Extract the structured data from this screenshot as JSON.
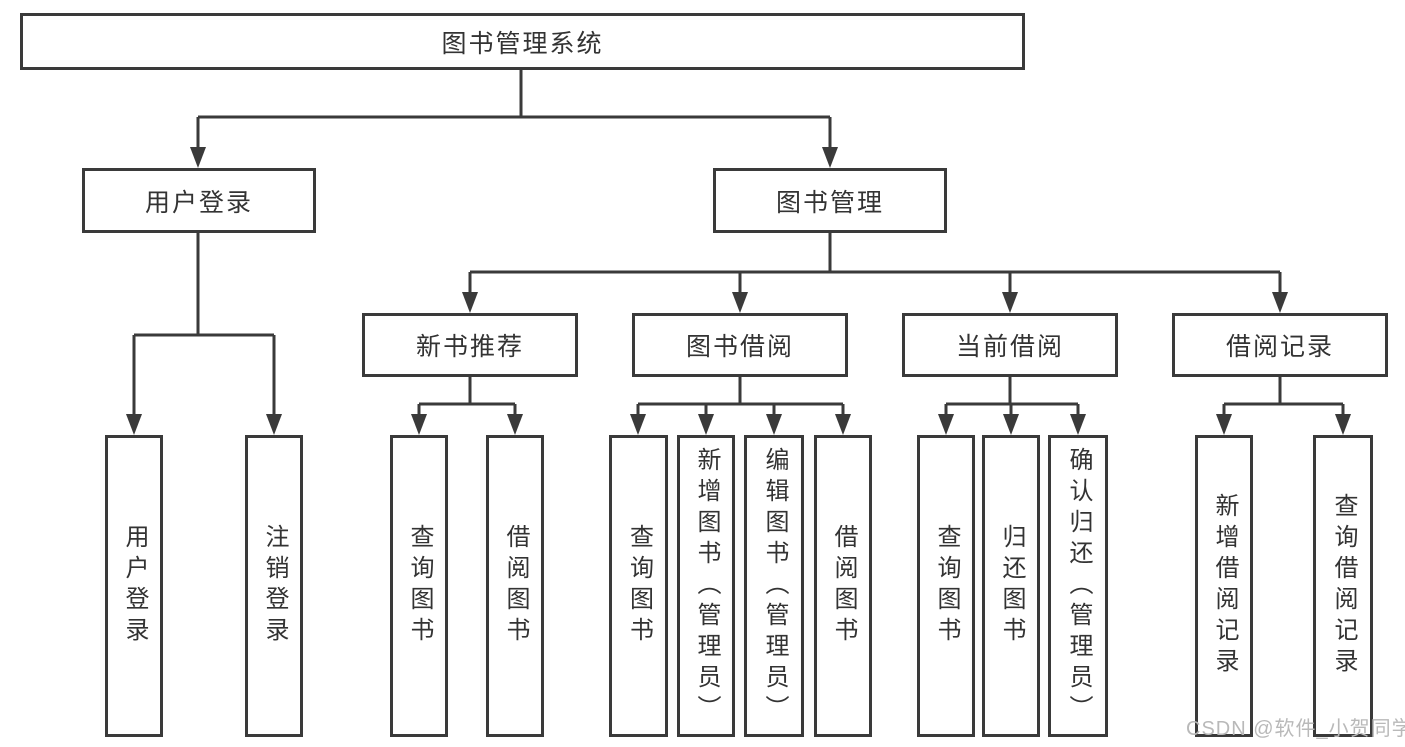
{
  "tree": {
    "label": "图书管理系统",
    "children": [
      {
        "label": "用户登录",
        "children": [
          {
            "label": "用户登录"
          },
          {
            "label": "注销登录"
          }
        ]
      },
      {
        "label": "图书管理",
        "children": [
          {
            "label": "新书推荐",
            "children": [
              {
                "label": "查询图书"
              },
              {
                "label": "借阅图书"
              }
            ]
          },
          {
            "label": "图书借阅",
            "children": [
              {
                "label": "查询图书"
              },
              {
                "label": "新增图书（管理员）"
              },
              {
                "label": "编辑图书（管理员）"
              },
              {
                "label": "借阅图书"
              }
            ]
          },
          {
            "label": "当前借阅",
            "children": [
              {
                "label": "查询图书"
              },
              {
                "label": "归还图书"
              },
              {
                "label": "确认归还（管理员）"
              }
            ]
          },
          {
            "label": "借阅记录",
            "children": [
              {
                "label": "新增借阅记录"
              },
              {
                "label": "查询借阅记录"
              }
            ]
          }
        ]
      }
    ]
  },
  "watermark": "CSDN @软件_小贺同学",
  "colors": {
    "line": "#3a3a3a",
    "text": "#333333",
    "watermark": "#b9b9b9"
  }
}
